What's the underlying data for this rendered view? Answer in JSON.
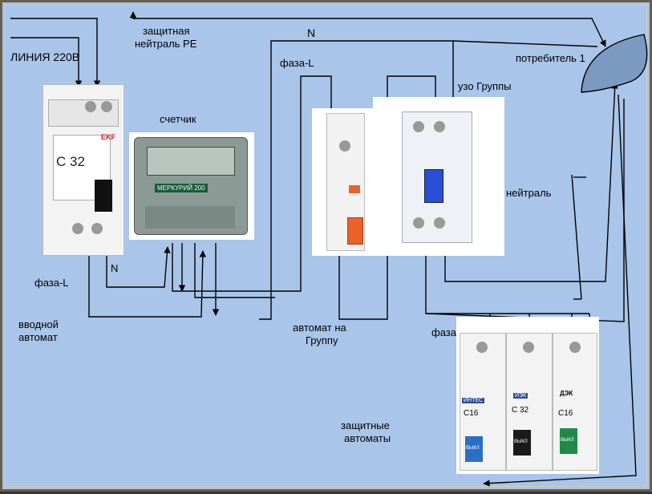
{
  "labels": {
    "line": "ЛИНИЯ  220В",
    "pe_line1": "защитная",
    "pe_line2": "нейтраль PE",
    "n_top": "N",
    "phase_top": "фаза-L",
    "consumer": "потребитель 1",
    "rcd_group": "узо Группы",
    "meter": "счетчик",
    "neutral": "нейтраль",
    "n_left": "N",
    "phase_left": "фаза-L",
    "input_breaker_1": "вводной",
    "input_breaker_2": "автомат",
    "group_breaker_1": "автомат на",
    "group_breaker_2": "Группу",
    "phase_bottom": "фаза",
    "protective_1": "защитные",
    "protective_2": "автоматы"
  },
  "devices": {
    "input_breaker": {
      "brand": "EKF",
      "rating": "C 32"
    },
    "meter": {
      "model": "МЕРКУРИЙ 200"
    },
    "breakers": [
      {
        "brand": "ИНТЕС",
        "rating": "C16",
        "toggle": "ВЫКЛ"
      },
      {
        "brand": "ИЭК",
        "rating": "C 32",
        "toggle": "ВЫКЛ"
      },
      {
        "brand": "ДЭК",
        "rating": "C16",
        "toggle": "ВЫКЛ"
      }
    ]
  },
  "colors": {
    "background": "#a9c5e9",
    "wire": "#000000",
    "consumer_fill": "#7c99c2",
    "meter_body": "#8b9a94",
    "breaker_orange": "#e8622a",
    "rcd_blue": "#2a4fd6",
    "handle_blue": "#2a6fc4",
    "handle_black": "#1a1a1a",
    "handle_green": "#1f8a4a"
  }
}
